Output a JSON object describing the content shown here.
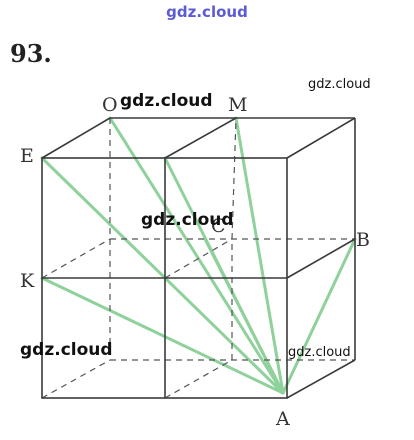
{
  "watermark_top": "gdz.cloud",
  "problem_number": "93.",
  "watermarks": [
    "gdz.cloud",
    "gdz.cloud",
    "gdz.cloud",
    "gdz.cloud",
    "gdz.cloud"
  ],
  "points": {
    "O": "O",
    "M": "M",
    "E": "E",
    "C": "C",
    "B": "B",
    "K": "K",
    "A": "A"
  },
  "colors": {
    "rays": "#8fd19a",
    "edges": "#3a3a3a",
    "watermark_top": "#5b5bd6"
  }
}
